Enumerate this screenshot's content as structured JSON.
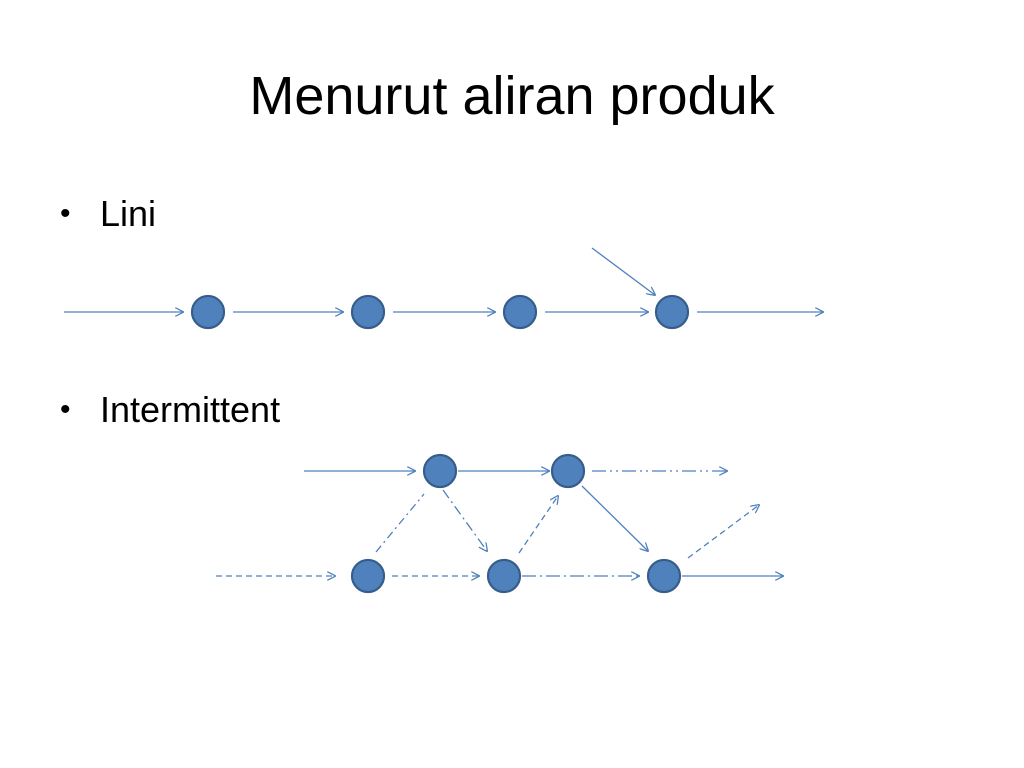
{
  "slide": {
    "title": "Menurut aliran produk",
    "bullets": [
      {
        "label": "Lini"
      },
      {
        "label": "Intermittent"
      }
    ]
  },
  "colors": {
    "node_fill": "#4f81bd",
    "node_stroke": "#385d8a",
    "arrow": "#4f81bd"
  },
  "icons": {
    "bullet": "•"
  }
}
